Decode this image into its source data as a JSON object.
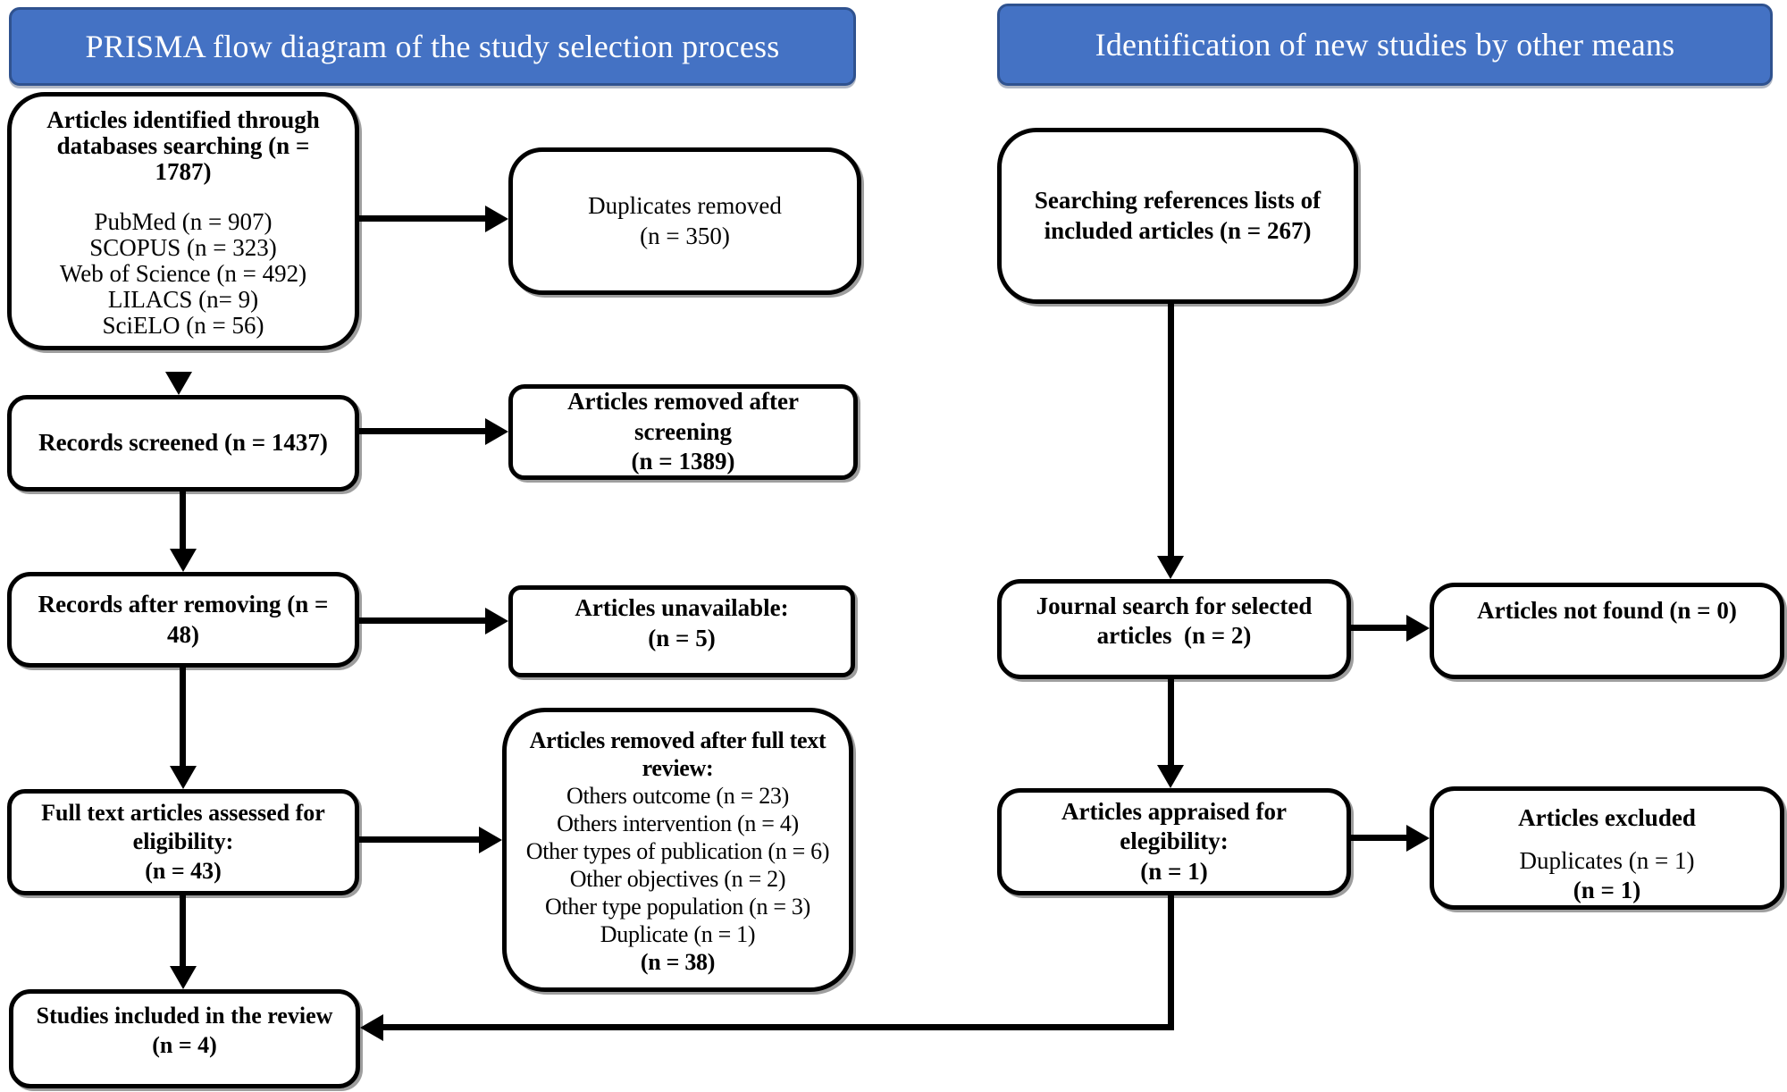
{
  "colors": {
    "header_fill": "#4472C4",
    "header_edge": "#2F528F",
    "header_text": "#FFFFFF",
    "box_fill": "#FFFFFF",
    "box_edge": "#000000",
    "box_text": "#000000",
    "arrow": "#000000"
  },
  "headers": {
    "left": "PRISMA flow diagram of the study selection process",
    "right": "Identification of new studies by other means"
  },
  "boxes": {
    "identification": {
      "title_lines": [
        "Articles identified through",
        "databases searching (n =",
        "1787)"
      ],
      "sources": [
        "PubMed (n = 907)",
        "SCOPUS (n = 323)",
        "Web of Science (n = 492)",
        "LILACS (n= 9)",
        "SciELO (n = 56)"
      ]
    },
    "duplicates_removed": {
      "lines": [
        "Duplicates removed",
        "(n = 350)"
      ]
    },
    "records_screened": {
      "label": "Records screened (n = 1437)"
    },
    "removed_after_screening": {
      "lines": [
        "Articles removed after",
        "screening",
        "(n = 1389)"
      ]
    },
    "records_after_removing": {
      "lines": [
        "Records after removing (n =",
        "48)"
      ]
    },
    "articles_unavailable": {
      "lines": [
        "Articles unavailable:",
        "(n = 5)"
      ]
    },
    "full_text_assessed": {
      "lines": [
        "Full text articles assessed for",
        "eligibility:",
        "(n = 43)"
      ]
    },
    "removed_after_full_text": {
      "title_lines": [
        "Articles removed after full text",
        "review:"
      ],
      "reasons": [
        "Others outcome (n = 23)",
        "Others intervention (n = 4)",
        "Other types of publication (n = 6)",
        "Other objectives (n = 2)",
        "Other type population (n = 3)",
        "Duplicate (n = 1)"
      ],
      "total": "(n = 38)"
    },
    "studies_included": {
      "lines": [
        "Studies included in the review",
        "(n = 4)"
      ]
    },
    "searching_references": {
      "lines": [
        "Searching references lists of",
        "included articles (n = 267)"
      ]
    },
    "journal_search": {
      "lines": [
        "Journal search for selected",
        "articles  (n = 2)"
      ]
    },
    "articles_not_found": {
      "label": "Articles not found (n = 0)"
    },
    "articles_appraised": {
      "lines": [
        "Articles appraised for",
        "elegibility:",
        "(n = 1)"
      ]
    },
    "articles_excluded": {
      "title": "Articles excluded",
      "lines": [
        "Duplicates (n = 1)",
        "(n = 1)"
      ]
    }
  }
}
